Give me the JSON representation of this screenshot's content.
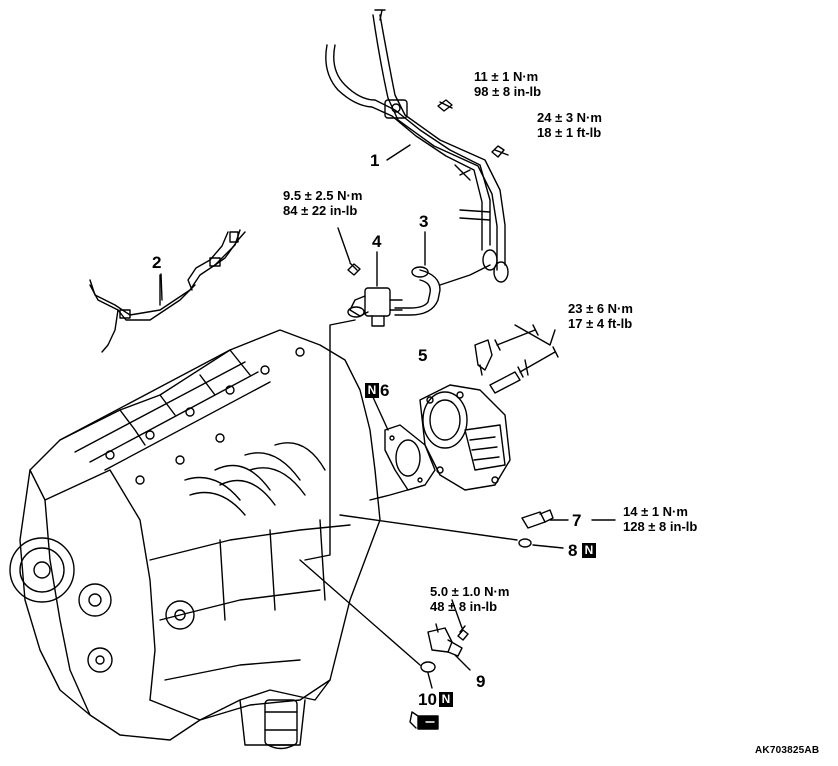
{
  "callouts": {
    "c1": "1",
    "c2": "2",
    "c3": "3",
    "c4": "4",
    "c5": "5",
    "c6": "6",
    "c7": "7",
    "c8": "8",
    "c9": "9",
    "c10": "10"
  },
  "new_part_mark": "N",
  "torque_specs": {
    "t_tube_bolt": {
      "metric": "11 ± 1 N·m",
      "imperial": "98 ± 8 in-lb"
    },
    "t_tube_nut": {
      "metric": "24 ± 3 N·m",
      "imperial": "18 ± 1 ft-lb"
    },
    "t_valve_bolt": {
      "metric": "9.5 ± 2.5 N·m",
      "imperial": "84 ± 22 in-lb"
    },
    "t_throttle": {
      "metric": "23 ± 6 N·m",
      "imperial": "17 ± 4 ft-lb"
    },
    "t_sensor7": {
      "metric": "14 ± 1 N·m",
      "imperial": "128 ± 8 in-lb"
    },
    "t_sensor9": {
      "metric": "5.0 ± 1.0 N·m",
      "imperial": "48 ± 8 in-lb"
    }
  },
  "drawing_id": "AK703825AB",
  "colors": {
    "line": "#000000",
    "background": "#ffffff",
    "badge": "#000000"
  }
}
